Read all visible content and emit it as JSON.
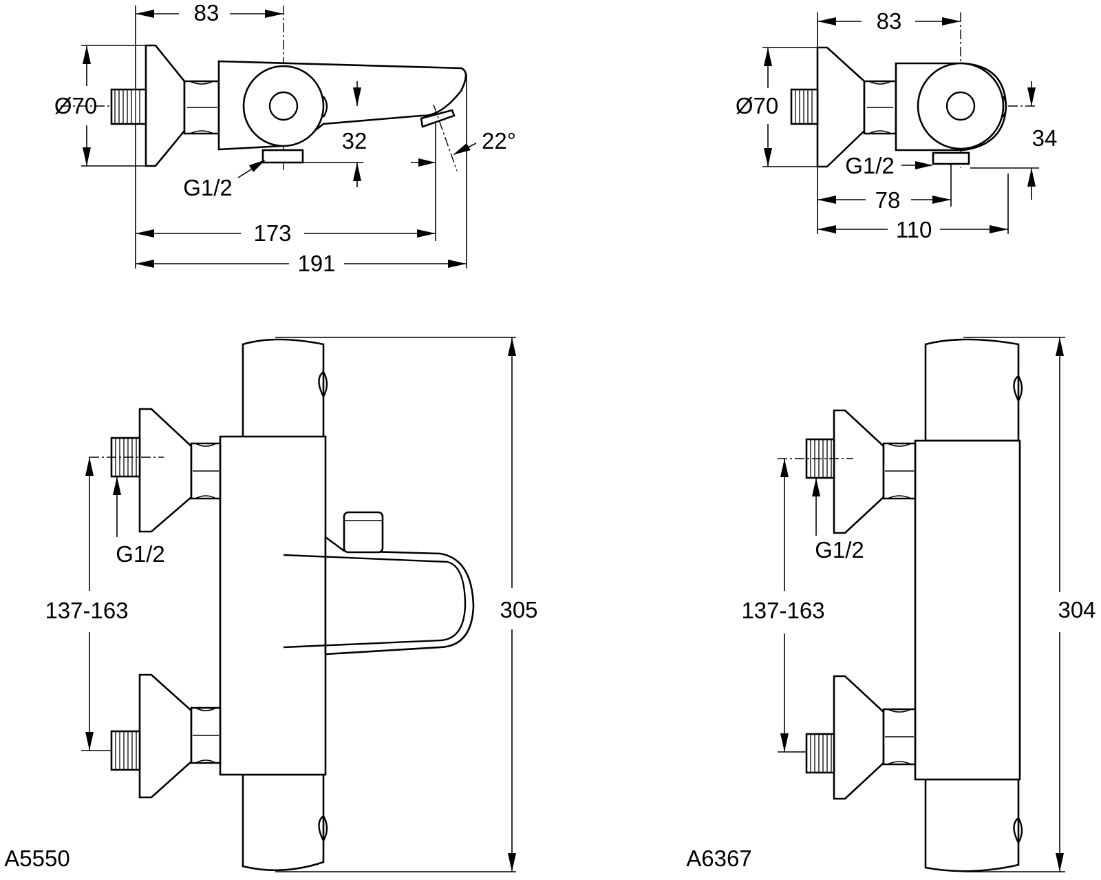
{
  "views": {
    "a5550_top": {
      "dim_83": "83",
      "dim_diameter": "Ø70",
      "dim_32": "32",
      "dim_angle": "22°",
      "thread_label": "G1/2",
      "dim_173": "173",
      "dim_191": "191"
    },
    "a6367_top": {
      "dim_83": "83",
      "dim_diameter": "Ø70",
      "dim_34": "34",
      "thread_label": "G1/2",
      "dim_78": "78",
      "dim_110": "110"
    },
    "a5550_front": {
      "thread_label": "G1/2",
      "dim_range": "137-163",
      "dim_height": "305",
      "code": "A5550"
    },
    "a6367_front": {
      "thread_label": "G1/2",
      "dim_range": "137-163",
      "dim_height": "304",
      "code": "A6367"
    }
  }
}
